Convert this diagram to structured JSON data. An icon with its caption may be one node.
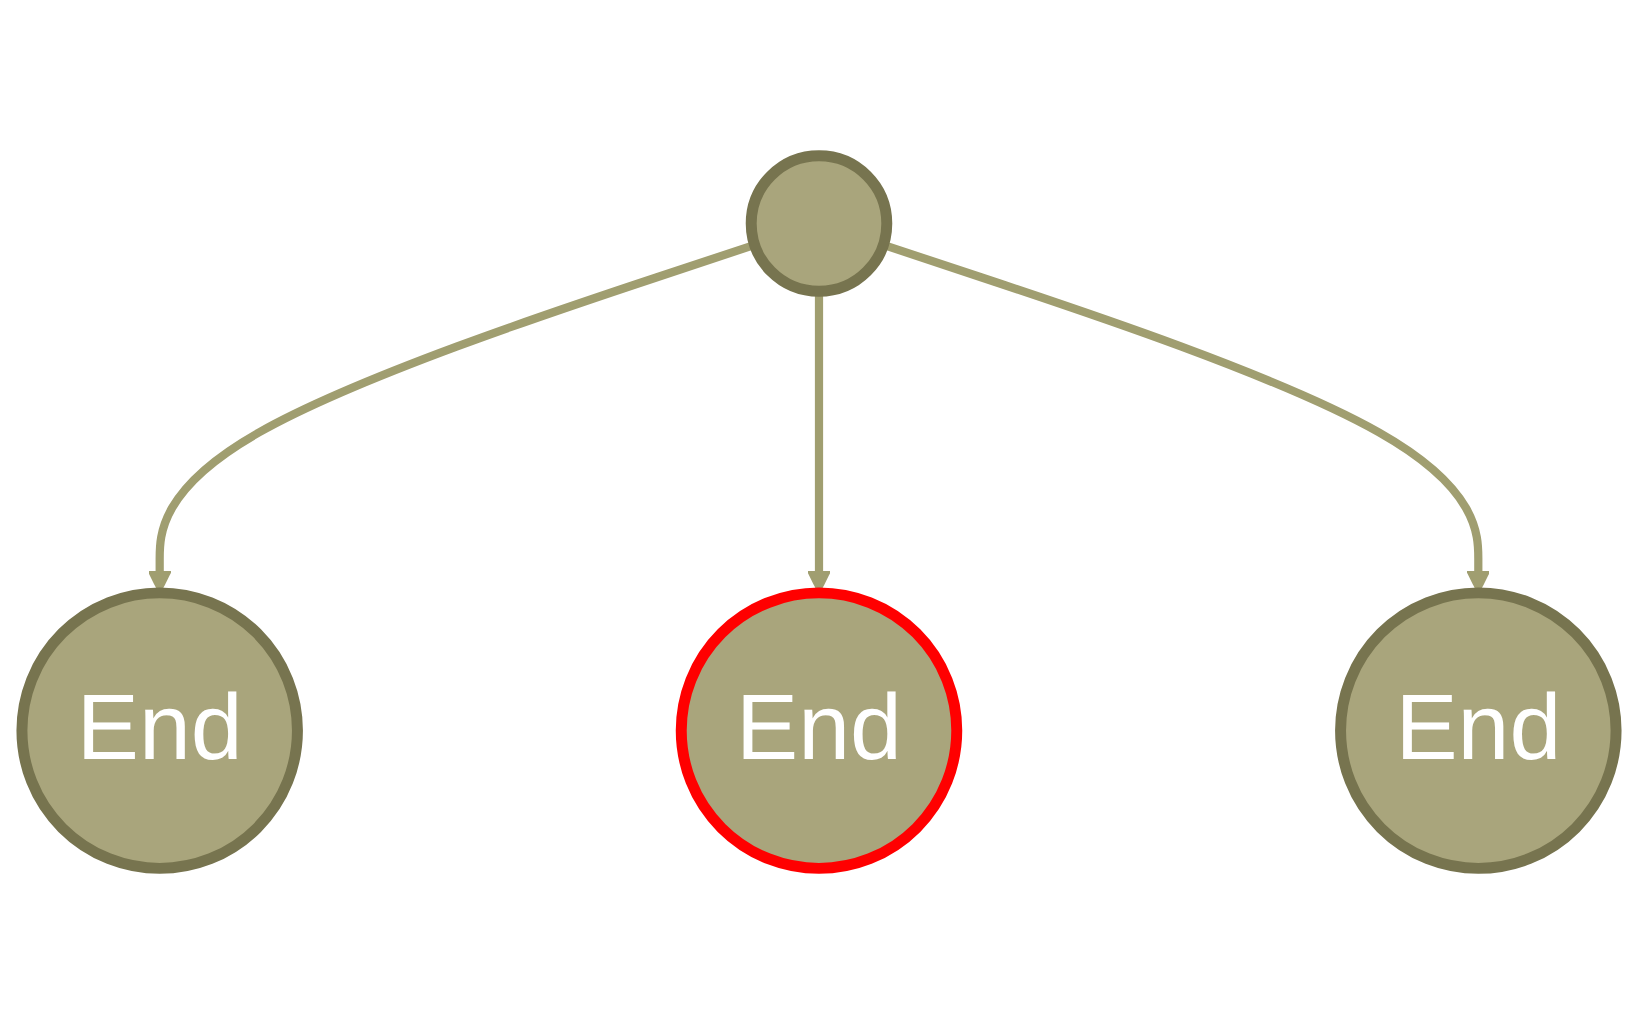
{
  "diagram": {
    "nodes": [
      {
        "text": [],
        "shape": "circle"
      },
      {
        "text": [
          "End"
        ]
      },
      {
        "text": [
          "End"
        ]
      },
      {
        "text": [
          "End"
        ]
      }
    ],
    "edges": [
      {
        "from": 0,
        "to": 1,
        "arrow": "to"
      },
      {
        "from": 0,
        "to": 2,
        "arrow": "to"
      },
      {
        "from": 0,
        "to": 3,
        "arrow": "to"
      }
    ]
  }
}
